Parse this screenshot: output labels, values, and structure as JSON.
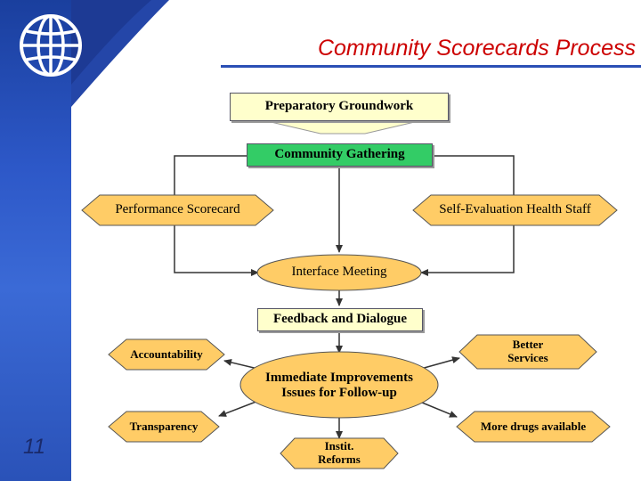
{
  "slide": {
    "title": "Community Scorecards Process",
    "page_number": "11"
  },
  "diagram": {
    "nodes": {
      "preparatory": "Preparatory Groundwork",
      "gathering": "Community Gathering",
      "scorecard": "Performance Scorecard",
      "self_eval": "Self-Evaluation Health Staff",
      "interface": "Interface Meeting",
      "feedback": "Feedback and Dialogue",
      "improvements_line1": "Immediate Improvements",
      "improvements_line2": "Issues for Follow-up",
      "accountability": "Accountability",
      "better_services_line1": "Better",
      "better_services_line2": "Services",
      "transparency": "Transparency",
      "more_drugs": "More drugs available",
      "instit_line1": "Instit.",
      "instit_line2": "Reforms"
    },
    "colors": {
      "yellow_fill": "#ffffcc",
      "green_fill": "#33cc66",
      "orange_fill": "#ffcc66",
      "accent": "#cc0000",
      "brand_blue": "#2a4fb5"
    }
  }
}
